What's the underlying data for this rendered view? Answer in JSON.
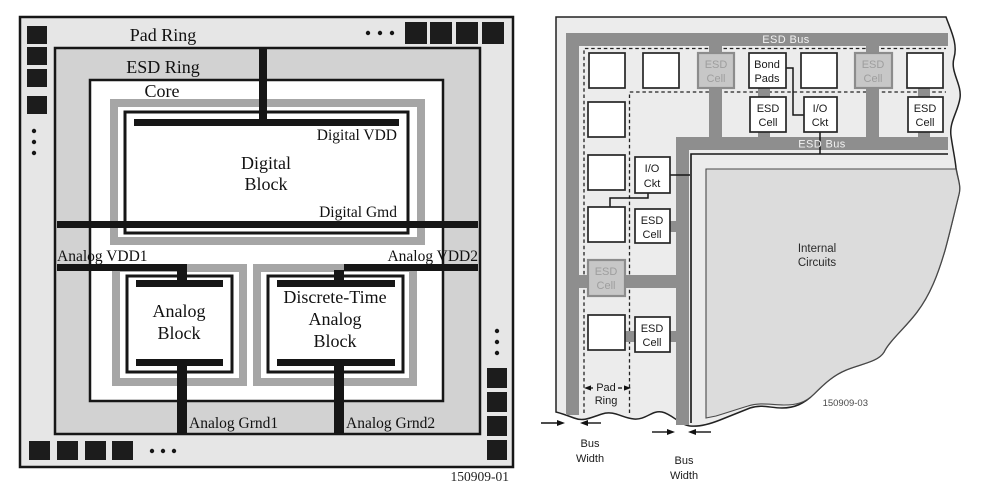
{
  "colors": {
    "left_pad_ring_fill": "#e6e6e6",
    "left_esd_ring_fill": "#d2d2d2",
    "left_core_fill": "#ffffff",
    "left_guard_ring_gray": "#a6a6a6",
    "left_line_black": "#161616",
    "right_figure_fill": "#ececec",
    "right_bus_gray": "#8e8e8e",
    "right_internal_fill": "#dcdcdc",
    "right_esd_cell_fill": "#c7c7c7",
    "right_esd_cell_text": "#9e9e9e",
    "bus_label_white": "#f2f2f2"
  },
  "left_figure": {
    "pad_ring_label": "Pad Ring",
    "esd_ring_label": "ESD Ring",
    "core_label": "Core",
    "digital_vdd_label": "Digital VDD",
    "digital_block_line1": "Digital",
    "digital_block_line2": "Block",
    "digital_gmd_label": "Digital Gmd",
    "analog_vdd1_label": "Analog VDD1",
    "analog_vdd2_label": "Analog VDD2",
    "analog_block_line1": "Analog",
    "analog_block_line2": "Block",
    "discrete_block_line1": "Discrete-Time",
    "discrete_block_line2": "Analog",
    "discrete_block_line3": "Block",
    "analog_grnd1_label": "Analog Grnd1",
    "analog_grnd2_label": "Analog Grnd2",
    "figure_number": "150909-01"
  },
  "right_figure": {
    "esd_bus_top_label": "ESD Bus",
    "esd_bus_inner_label": "ESD Bus",
    "esd_cell_line1": "ESD",
    "esd_cell_line2": "Cell",
    "bond_pads_line1": "Bond",
    "bond_pads_line2": "Pads",
    "io_ckt_line1": "I/O",
    "io_ckt_line2": "Ckt",
    "internal_circuits_line1": "Internal",
    "internal_circuits_line2": "Circuits",
    "pad_ring_line1": "Pad",
    "pad_ring_line2": "Ring",
    "bus_width_line1": "Bus",
    "bus_width_line2": "Width",
    "figure_number": "150909-03"
  }
}
